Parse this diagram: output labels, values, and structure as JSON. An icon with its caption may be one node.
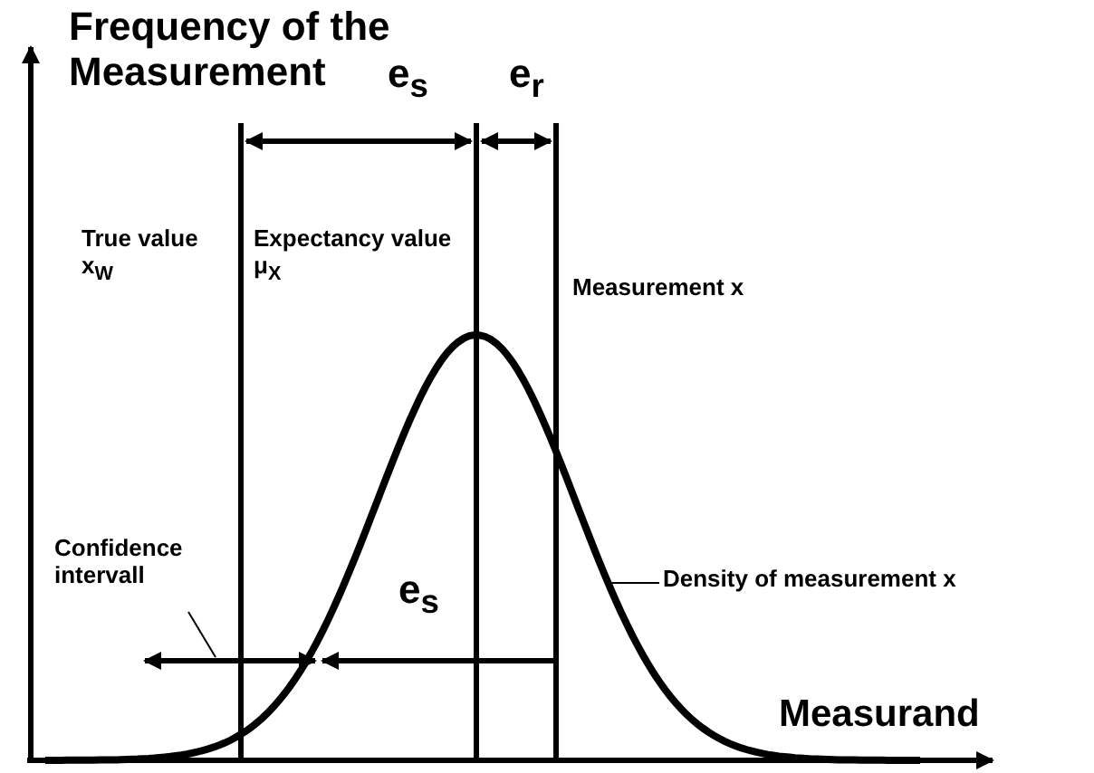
{
  "diagram": {
    "nodes": [
      {
        "text": [
          "Confidence intervall"
        ]
      },
      {
        "text": [
          "Density of measurement x"
        ]
      }
    ],
    "edges": [
      {
        "from": 0,
        "to": null,
        "arrow": "none"
      },
      {
        "from": 1,
        "to": null,
        "arrow": "none"
      }
    ],
    "labels": [
      "Frequency of the Measurement",
      "e$_{s}$",
      "e$_{r}$",
      "True value x$_{W}$",
      "Expectancy value μ$_{X}$",
      "Measurement x",
      "e$_{s}$",
      "Measurand"
    ]
  }
}
